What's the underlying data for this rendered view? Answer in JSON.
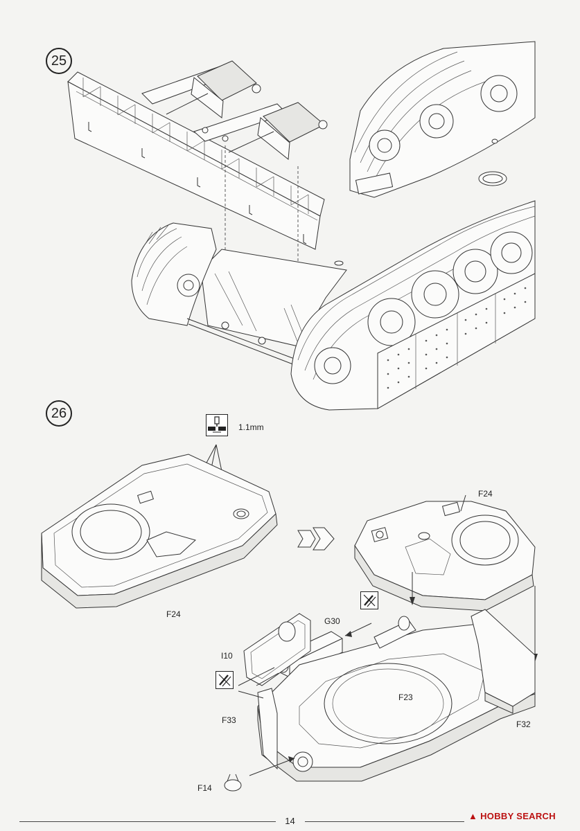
{
  "page": {
    "number": "14",
    "watermark": "HOBBY SEARCH"
  },
  "steps": [
    {
      "number": "25"
    },
    {
      "number": "26"
    }
  ],
  "step26": {
    "drill_size": "1.1mm",
    "parts": {
      "f24_left": "F24",
      "f24_right": "F24",
      "g30": "G30",
      "i10": "I10",
      "f33": "F33",
      "f23": "F23",
      "f32": "F32",
      "f14": "F14"
    }
  },
  "icons": {
    "drill": "drill-icon",
    "glue": "cement-icon",
    "step_arrow": "double-arrow-icon"
  }
}
